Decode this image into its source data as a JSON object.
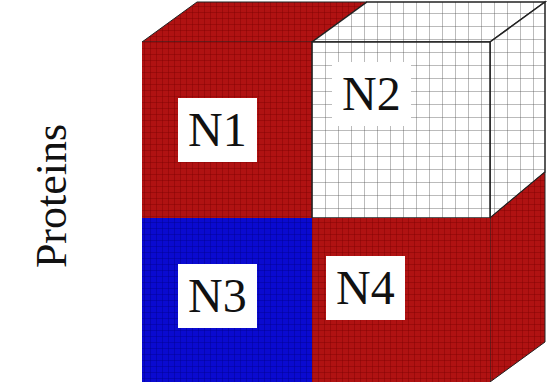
{
  "diagram": {
    "nodes": [
      {
        "text": [
          "N1"
        ]
      },
      {
        "text": [
          "N2"
        ]
      },
      {
        "text": [
          "N3"
        ]
      },
      {
        "text": [
          "N4"
        ]
      }
    ],
    "labels": [
      "Proteins"
    ]
  }
}
